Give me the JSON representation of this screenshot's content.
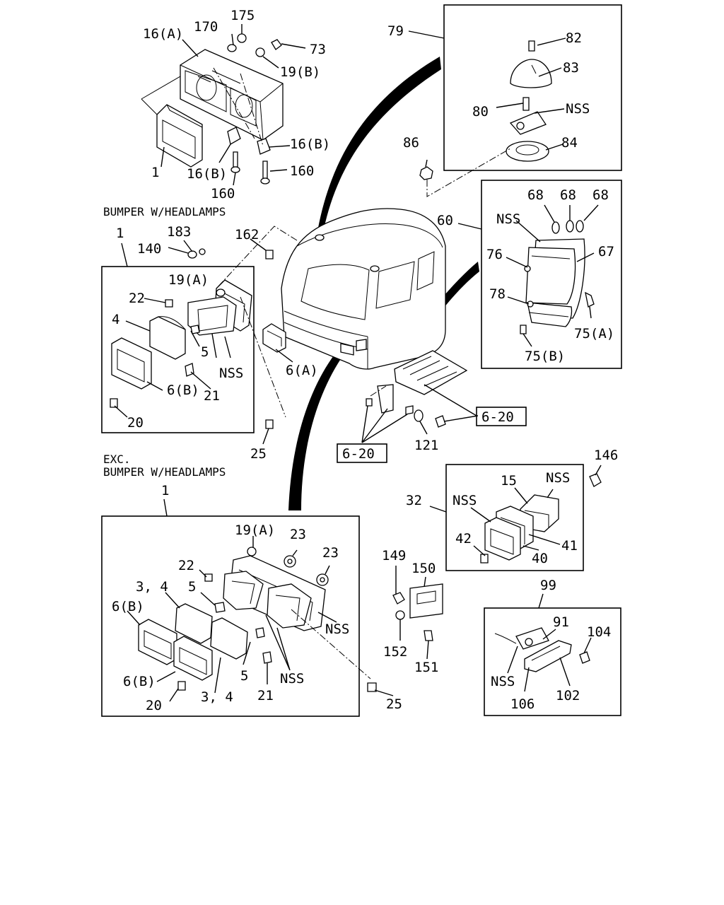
{
  "sections": {
    "bumper_with": "BUMPER W/HEADLAMPS",
    "exc_line1": "EXC.",
    "exc_line2": "BUMPER W/HEADLAMPS"
  },
  "refs": {
    "ref_a": "6-20",
    "ref_b": "6-20"
  },
  "labels": {
    "p175": "175",
    "p170": "170",
    "p16a": "16(A)",
    "p73": "73",
    "p19b": "19(B)",
    "p16b_r": "16(B)",
    "p1_top": "1",
    "p16b_l": "16(B)",
    "p160_r": "160",
    "p160_l": "160",
    "p79": "79",
    "p82": "82",
    "p83": "83",
    "p80": "80",
    "nss_roof": "NSS",
    "p86": "86",
    "p84": "84",
    "p1_mid": "1",
    "p183": "183",
    "p162": "162",
    "p140": "140",
    "p19a_m": "19(A)",
    "p22_m": "22",
    "p4_m": "4",
    "p5_m": "5",
    "nss_m": "NSS",
    "p6b_m": "6(B)",
    "p21_m": "21",
    "p20_m": "20",
    "p25_m": "25",
    "p6a": "6(A)",
    "p60": "60",
    "p68a": "68",
    "p68b": "68",
    "p68c": "68",
    "nss_tail": "NSS",
    "p76": "76",
    "p67": "67",
    "p78": "78",
    "p75a": "75(A)",
    "p75b": "75(B)",
    "p121": "121",
    "p146": "146",
    "p15": "15",
    "nss_fog1": "NSS",
    "p32": "32",
    "nss_fog2": "NSS",
    "p42": "42",
    "p41": "41",
    "p40": "40",
    "p1_low": "1",
    "p19a_l": "19(A)",
    "p23a": "23",
    "p23b": "23",
    "p22_l": "22",
    "p34a": "3, 4",
    "p5a_l": "5",
    "p6b_l1": "6(B)",
    "nss_l1": "NSS",
    "p5b_l": "5",
    "nss_l2": "NSS",
    "p6b_l2": "6(B)",
    "p20_l": "20",
    "p34b": "3, 4",
    "p21_l": "21",
    "p25_l": "25",
    "p149": "149",
    "p150": "150",
    "p152": "152",
    "p151": "151",
    "p99": "99",
    "p91": "91",
    "p104": "104",
    "nss_side": "NSS",
    "p106": "106",
    "p102": "102"
  },
  "colors": {
    "ink": "#000000",
    "paper": "#ffffff"
  }
}
